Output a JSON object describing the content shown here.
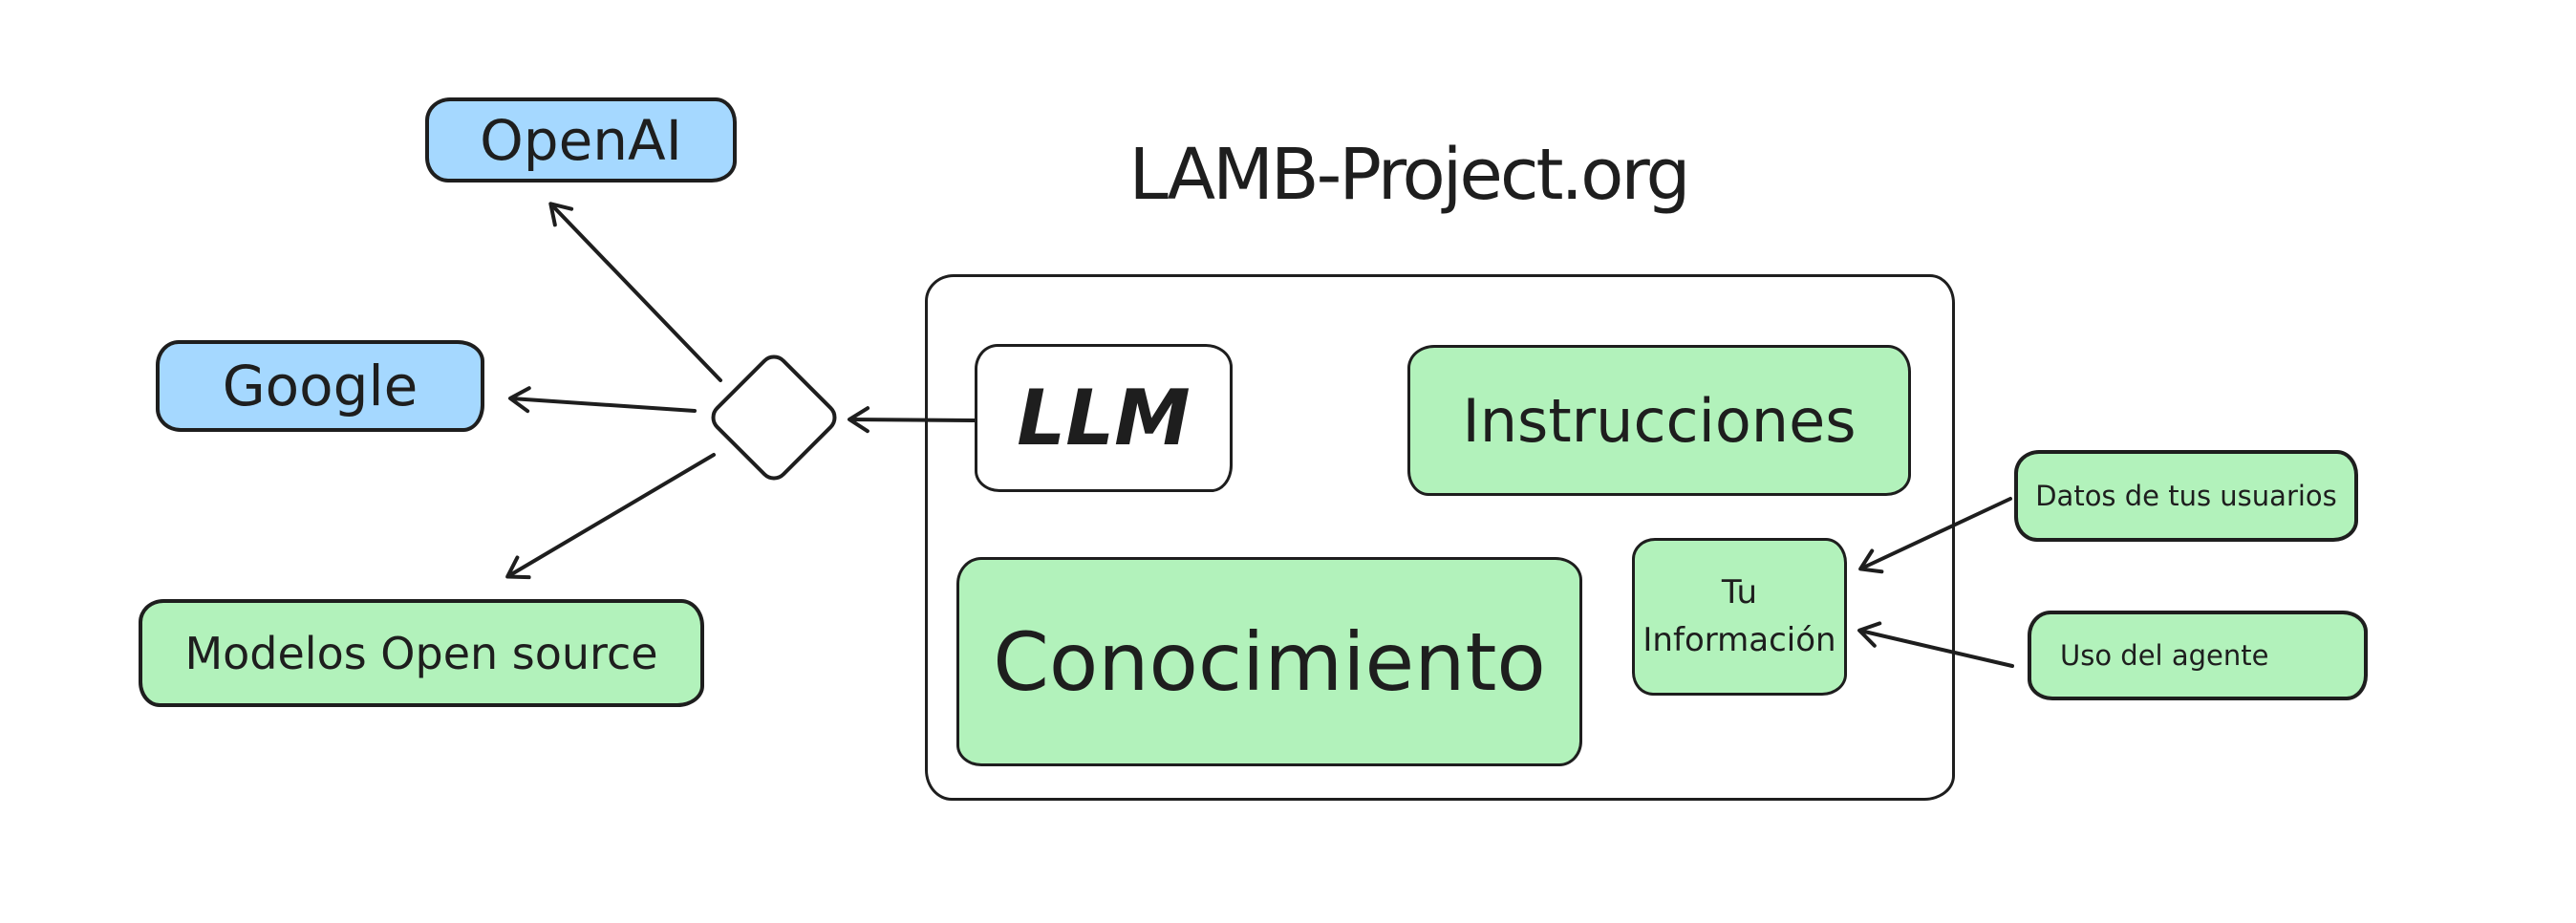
{
  "title": "LAMB-Project.org",
  "colors": {
    "node_blue": "#a5d8ff",
    "node_green": "#b2f2bb",
    "stroke": "#1e1e1e",
    "background": "#ffffff"
  },
  "nodes": {
    "openai": {
      "label": "OpenAI",
      "color": "#a5d8ff"
    },
    "google": {
      "label": "Google",
      "color": "#a5d8ff"
    },
    "modelos": {
      "label": "Modelos Open source",
      "color": "#b2f2bb"
    },
    "llm": {
      "label": "LLM",
      "color": "#ffffff"
    },
    "instrucciones": {
      "label": "Instrucciones",
      "color": "#b2f2bb"
    },
    "conocimiento": {
      "label": "Conocimiento",
      "color": "#b2f2bb"
    },
    "tu_informacion": {
      "line1": "Tu",
      "line2": "Información",
      "color": "#b2f2bb"
    },
    "datos": {
      "label": "Datos de tus usuarios",
      "color": "#b2f2bb"
    },
    "uso": {
      "label": "Uso del agente",
      "color": "#b2f2bb"
    }
  },
  "connections": [
    {
      "from": "llm",
      "to": "model-router-diamond"
    },
    {
      "from": "model-router-diamond",
      "to": "openai"
    },
    {
      "from": "model-router-diamond",
      "to": "google"
    },
    {
      "from": "model-router-diamond",
      "to": "modelos"
    },
    {
      "from": "datos",
      "to": "tu_informacion"
    },
    {
      "from": "uso",
      "to": "tu_informacion"
    }
  ]
}
